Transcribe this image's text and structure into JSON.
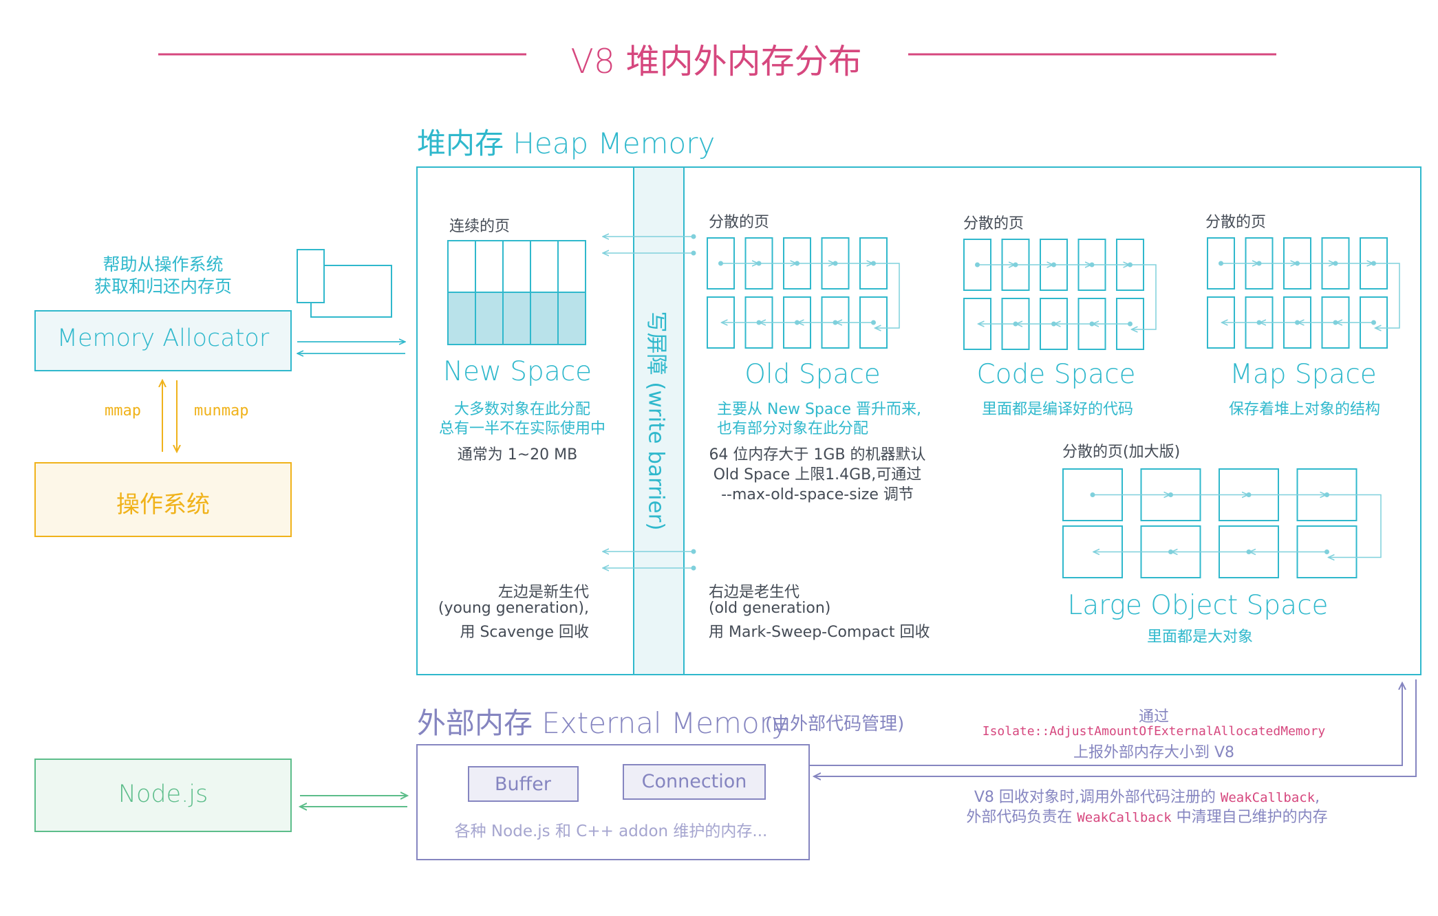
{
  "title": "V8 堆内外内存分布",
  "heap": {
    "heading": "堆内存 Heap Memory",
    "write_barrier": "写屏障 (write barrier)",
    "new_space": {
      "pages_label": "连续的页",
      "name": "New Space",
      "desc_line1": "大多数对象在此分配",
      "desc_line2": "总有一半不在实际使用中",
      "desc_line3": "通常为 1~20 MB"
    },
    "old_space": {
      "pages_label": "分散的页",
      "name": "Old Space",
      "desc_line1": "主要从 New Space 晋升而来,",
      "desc_line2": "也有部分对象在此分配",
      "desc_line3": "64 位内存大于 1GB 的机器默认",
      "desc_line4": "Old Space 上限1.4GB,可通过",
      "desc_line5": "--max-old-space-size 调节"
    },
    "code_space": {
      "pages_label": "分散的页",
      "name": "Code Space",
      "desc": "里面都是编译好的代码"
    },
    "map_space": {
      "pages_label": "分散的页",
      "name": "Map Space",
      "desc": "保存着堆上对象的结构"
    },
    "large_object_space": {
      "pages_label": "分散的页(加大版)",
      "name": "Large Object Space",
      "desc": "里面都是大对象"
    },
    "young_gen": {
      "line1": "左边是新生代",
      "line2": "(young generation),",
      "line3": "用 Scavenge 回收"
    },
    "old_gen": {
      "line1": "右边是老生代",
      "line2": "(old generation)",
      "line3": "用 Mark-Sweep-Compact 回收"
    }
  },
  "allocator": {
    "help_line1": "帮助从操作系统",
    "help_line2": "获取和归还内存页",
    "name": "Memory Allocator",
    "mmap": "mmap",
    "munmap": "munmap",
    "os": "操作系统"
  },
  "external": {
    "heading": "外部内存 External Memory",
    "heading_note": "(由外部代码管理)",
    "buffer": "Buffer",
    "connection": "Connection",
    "desc": "各种 Node.js 和 C++ addon 维护的内存...",
    "nodejs": "Node.js",
    "report_line1": "通过",
    "report_api": "Isolate::AdjustAmountOfExternalAllocatedMemory",
    "report_line3": "上报外部内存大小到 V8",
    "weak_line1_prefix": "V8 回收对象时,调用外部代码注册的 ",
    "weak_callback": "WeakCallback",
    "weak_line1_suffix": ",",
    "weak_line2_prefix": "外部代码负责在 ",
    "weak_line2_suffix": " 中清理自己维护的内存"
  },
  "colors": {
    "title": "#d6477e",
    "heap": "#2fb8cc",
    "external": "#8585c0",
    "os": "#f0b21a",
    "nodejs": "#5cbd8a",
    "code_pink": "#d6477e"
  }
}
